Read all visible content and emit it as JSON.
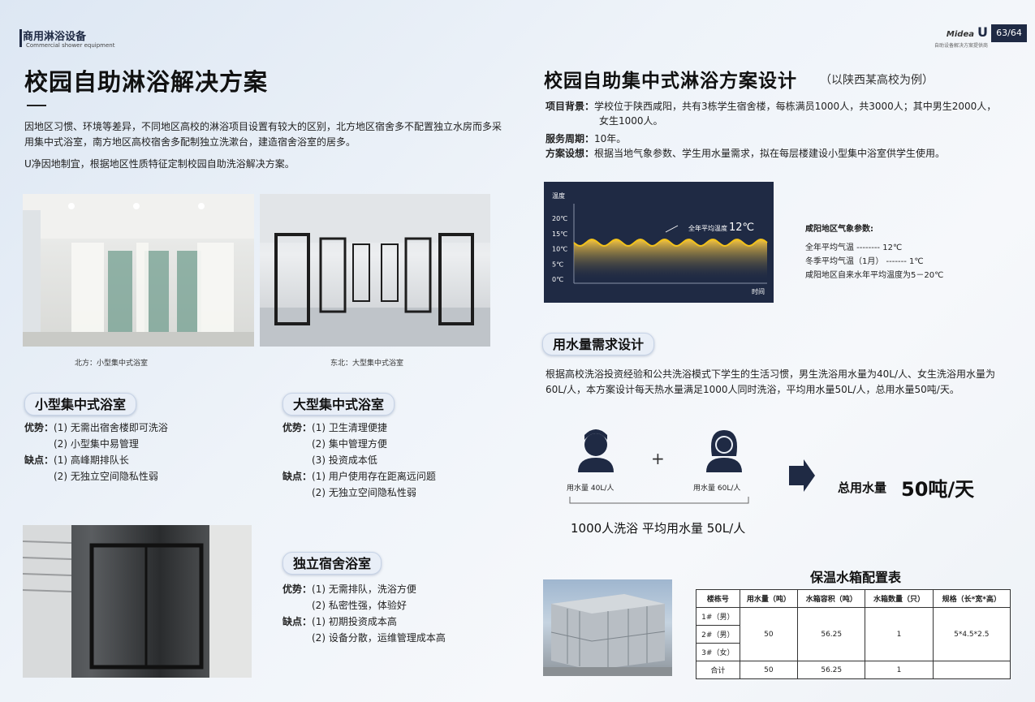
{
  "header": {
    "brand": "商用淋浴设备",
    "brand_en": "Commercial shower equipment",
    "logo": "Midea",
    "logo_sub": "自助设备解决方案提供商",
    "page": "63/64"
  },
  "left": {
    "title": "校园自助淋浴解决方案",
    "intro": "因地区习惯、环境等差异，不同地区高校的淋浴项目设置有较大的区别，北方地区宿舍多不配置独立水房而多采用集中式浴室，南方地区高校宿舍多配制独立洗漱台，建造宿舍浴室的居多。",
    "intro2": "U净因地制宜，根据地区性质特征定制校园自助洗浴解决方案。",
    "caption_north": "北方：小型集中式浴室",
    "caption_ne": "东北：大型集中式浴室",
    "small": {
      "title": "小型集中式浴室",
      "adv_label": "优势：",
      "adv": [
        "(1)  无需出宿舍楼即可洗浴",
        "(2)  小型集中易管理"
      ],
      "dis_label": "缺点：",
      "dis": [
        "(1)  高峰期排队长",
        "(2)  无独立空间隐私性弱"
      ]
    },
    "large": {
      "title": "大型集中式浴室",
      "adv_label": "优势：",
      "adv": [
        "(1)  卫生清理便捷",
        "(2)  集中管理方便",
        "(3)  投资成本低"
      ],
      "dis_label": "缺点：",
      "dis": [
        "(1)  用户使用存在距离远问题",
        "(2)  无独立空间隐私性弱"
      ]
    },
    "indep": {
      "title": "独立宿舍浴室",
      "adv_label": "优势：",
      "adv": [
        "(1)  无需排队，洗浴方便",
        "(2)  私密性强，体验好"
      ],
      "dis_label": "缺点：",
      "dis": [
        "(1)  初期投资成本高",
        "(2)  设备分散，运维管理成本高"
      ]
    }
  },
  "right": {
    "title": "校园自助集中式淋浴方案设计",
    "title_sub": "（以陕西某高校为例）",
    "bg_label": "项目背景：",
    "bg": "学校位于陕西咸阳，共有3栋学生宿舍楼，每栋满员1000人，共3000人；其中男生2000人，女生1000人。",
    "period_label": "服务周期：",
    "period": "10年。",
    "plan_label": "方案设想：",
    "plan": "根据当地气象参数、学生用水量需求，拟在每层楼建设小型集中浴室供学生使用。",
    "climate": {
      "heading": "咸阳地区气象参数:",
      "annual": "全年平均气温 -------- 12℃",
      "winter": "冬季平均气温（1月） ------- 1℃",
      "water": "咸阳地区自来水年平均温度为5－20℃"
    },
    "water_title": "用水量需求设计",
    "water_desc": "根据高校洗浴投资经验和公共洗浴模式下学生的生活习惯，男生洗浴用水量为40L/人、女生洗浴用水量为60L/人，本方案设计每天热水量满足1000人同时洗浴，平均用水量50L/人，总用水量50吨/天。",
    "male_label": "用水量 40L/人",
    "female_label": "用水量 60L/人",
    "plus": "+",
    "total_label": "总用水量",
    "total_value": "50吨/天",
    "people_note": "1000人洗浴  平均用水量 50L/人",
    "tank_title": "保温水箱配置表",
    "tank_headers": [
      "楼栋号",
      "用水量（吨）",
      "水箱容积（吨）",
      "水箱数量（只）",
      "规格（长*宽*高）"
    ],
    "tank_buildings": [
      "1#（男）",
      "2#（男）",
      "3#（女）"
    ],
    "tank_water": "50",
    "tank_volume": "56.25",
    "tank_count": "1",
    "tank_spec": "5*4.5*2.5",
    "tank_total": [
      "合计",
      "50",
      "56.25",
      "1"
    ]
  },
  "chart_data": {
    "type": "area",
    "ylabel": "温度",
    "xlabel": "时间",
    "y_ticks": [
      "20℃",
      "15℃",
      "10℃",
      "5℃",
      "0℃"
    ],
    "ylim": [
      0,
      20
    ],
    "annotation": "全年平均温度",
    "annotation_value": "12℃",
    "mean_value": 12,
    "grid": false,
    "colors": {
      "background": "#1f2a44",
      "fill_top": "#f5c542",
      "line": "#f3c21b"
    }
  }
}
